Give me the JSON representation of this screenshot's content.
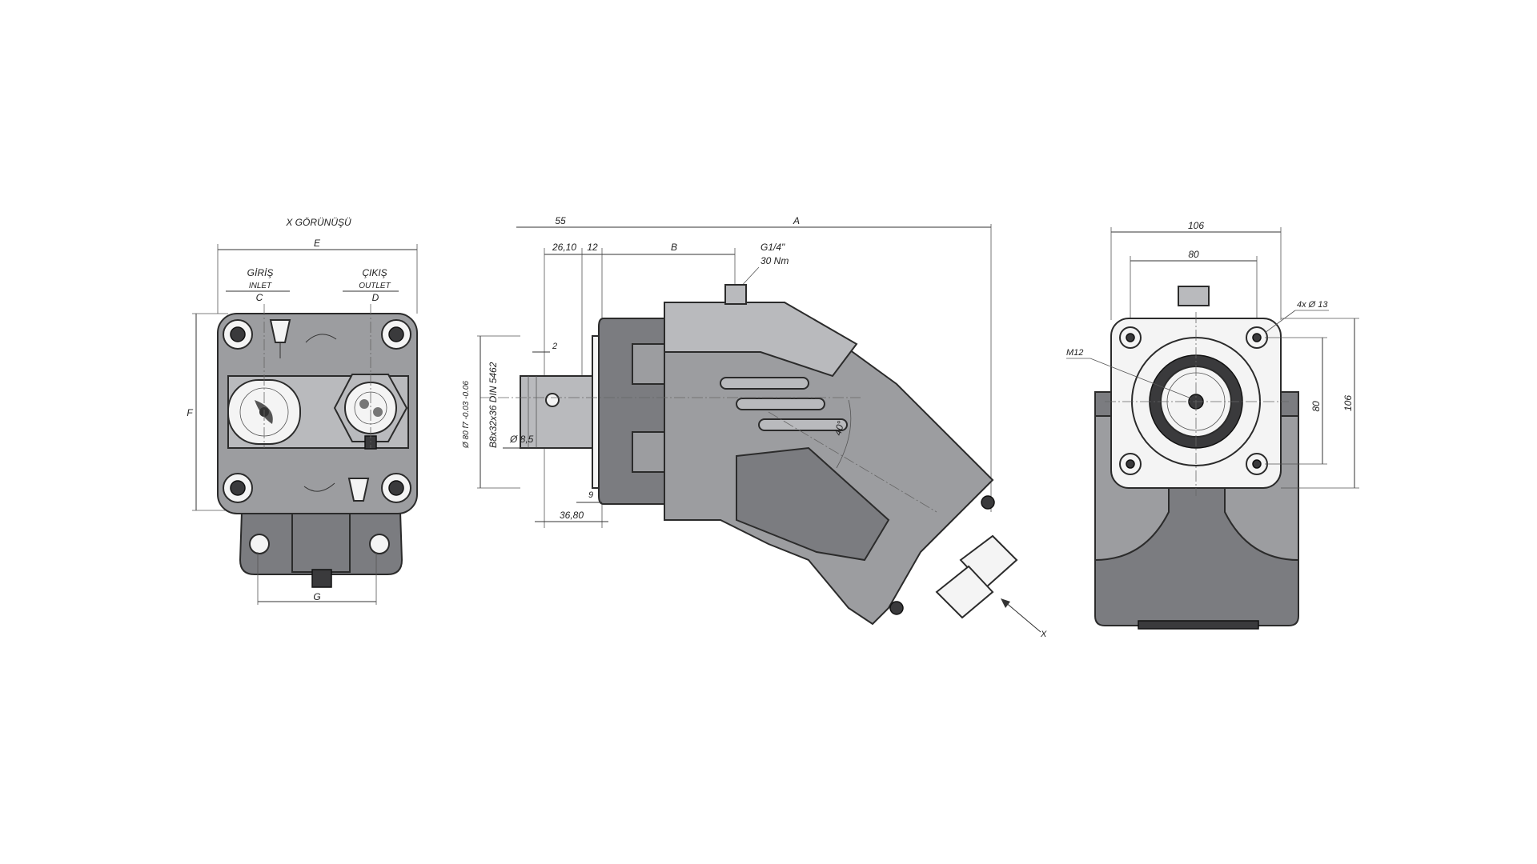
{
  "views": {
    "left": {
      "title": "X GÖRÜNÜŞÜ",
      "width_label": "E",
      "height_label": "F",
      "inlet_tr": "GİRİŞ",
      "inlet_en": "INLET",
      "inlet_dim": "C",
      "outlet_tr": "ÇIKIŞ",
      "outlet_en": "OUTLET",
      "outlet_dim": "D",
      "foot_dim": "G"
    },
    "side": {
      "top_dim_55": "55",
      "top_dim_overall": "A",
      "dim_2610": "26,10",
      "dim_12": "12",
      "dim_B": "B",
      "port": "G1/4\"",
      "torque": "30 Nm",
      "dim_2": "2",
      "shaft_dia": "Ø 80 f7 -0.03 -0.06",
      "spline": "B8x32x36 DIN 5462",
      "pin_dia": "Ø 8,5",
      "dim_9": "9",
      "dim_3680": "36,80",
      "angle": "40°",
      "view_arrow": "X"
    },
    "front": {
      "dim_106_top": "106",
      "dim_80_top": "80",
      "holes": "4x Ø 13",
      "thread": "M12",
      "dim_80_side": "80",
      "dim_106_side": "106"
    }
  },
  "colors": {
    "body": "#9c9da0",
    "body_light": "#b9babd",
    "body_dark": "#7b7c80",
    "line": "#2b2b2b"
  }
}
